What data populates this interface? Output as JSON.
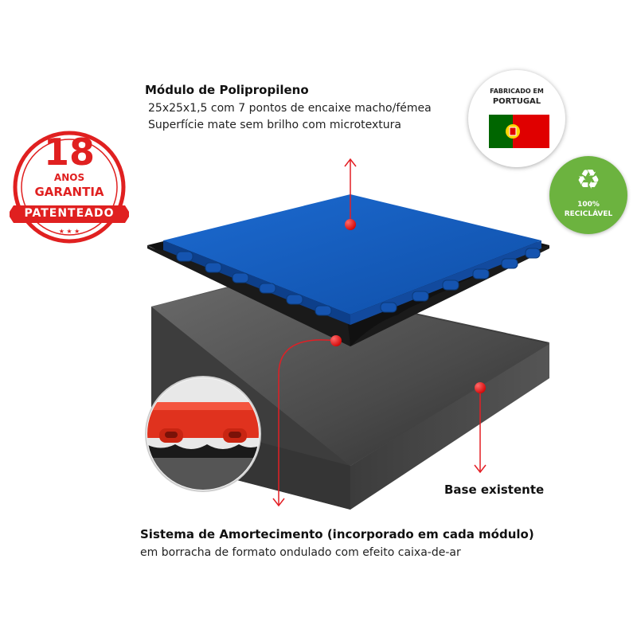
{
  "badge_warranty": {
    "years": "18",
    "line1": "ANOS",
    "line2": "GARANTIA",
    "ribbon": "PATENTEADO",
    "color": "#e02020"
  },
  "badge_made_in": {
    "line1": "FABRICADO EM",
    "line2": "PORTUGAL",
    "flag_green": "#006600",
    "flag_red": "#e00000"
  },
  "badge_recycle": {
    "line1": "100%",
    "line2": "RECICLÁVEL",
    "color": "#6cb33f"
  },
  "module": {
    "title": "Módulo de Polipropileno",
    "line1": "25x25x1,5 com 7 pontos de encaixe macho/fémea",
    "line2": "Superfície mate sem brilho com microtextura",
    "color": "#1a5fc0"
  },
  "base": {
    "label": "Base existente",
    "color": "#4a4a4a"
  },
  "damping": {
    "title": "Sistema de Amortecimento (incorporado em cada módulo)",
    "line1": "em borracha de formato ondulado com efeito caixa-de-ar"
  },
  "accent_color": "#e31e24"
}
